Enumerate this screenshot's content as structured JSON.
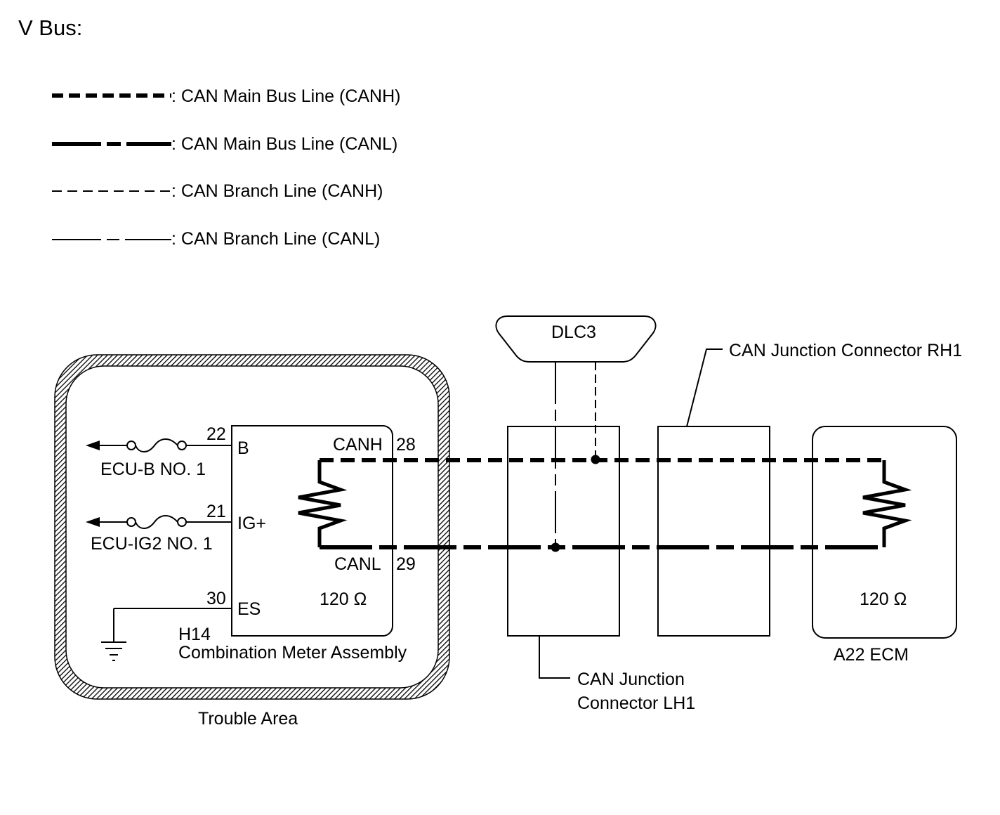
{
  "title": "V Bus:",
  "legend": [
    {
      "style": "main-canh",
      "label": ": CAN Main Bus Line (CANH)"
    },
    {
      "style": "main-canl",
      "label": ": CAN Main Bus Line (CANL)"
    },
    {
      "style": "branch-canh",
      "label": ": CAN Branch Line (CANH)"
    },
    {
      "style": "branch-canl",
      "label": ": CAN Branch Line (CANL)"
    }
  ],
  "dlc3": {
    "label": "DLC3"
  },
  "meter": {
    "code": "H14",
    "name": "Combination Meter Assembly",
    "pin_b_num": "22",
    "pin_b": "B",
    "pin_ig_num": "21",
    "pin_ig": "IG+",
    "pin_es_num": "30",
    "pin_es": "ES",
    "canh": "CANH",
    "canh_pin": "28",
    "canl": "CANL",
    "canl_pin": "29",
    "resistance": "120 Ω"
  },
  "fuses": {
    "ecu_b": "ECU-B NO. 1",
    "ecu_ig2": "ECU-IG2 NO. 1"
  },
  "trouble_area": "Trouble Area",
  "junction_lh1": {
    "line1": "CAN Junction",
    "line2": "Connector LH1"
  },
  "junction_rh1": "CAN Junction Connector RH1",
  "ecm": {
    "label": "A22 ECM",
    "resistance": "120 Ω"
  }
}
